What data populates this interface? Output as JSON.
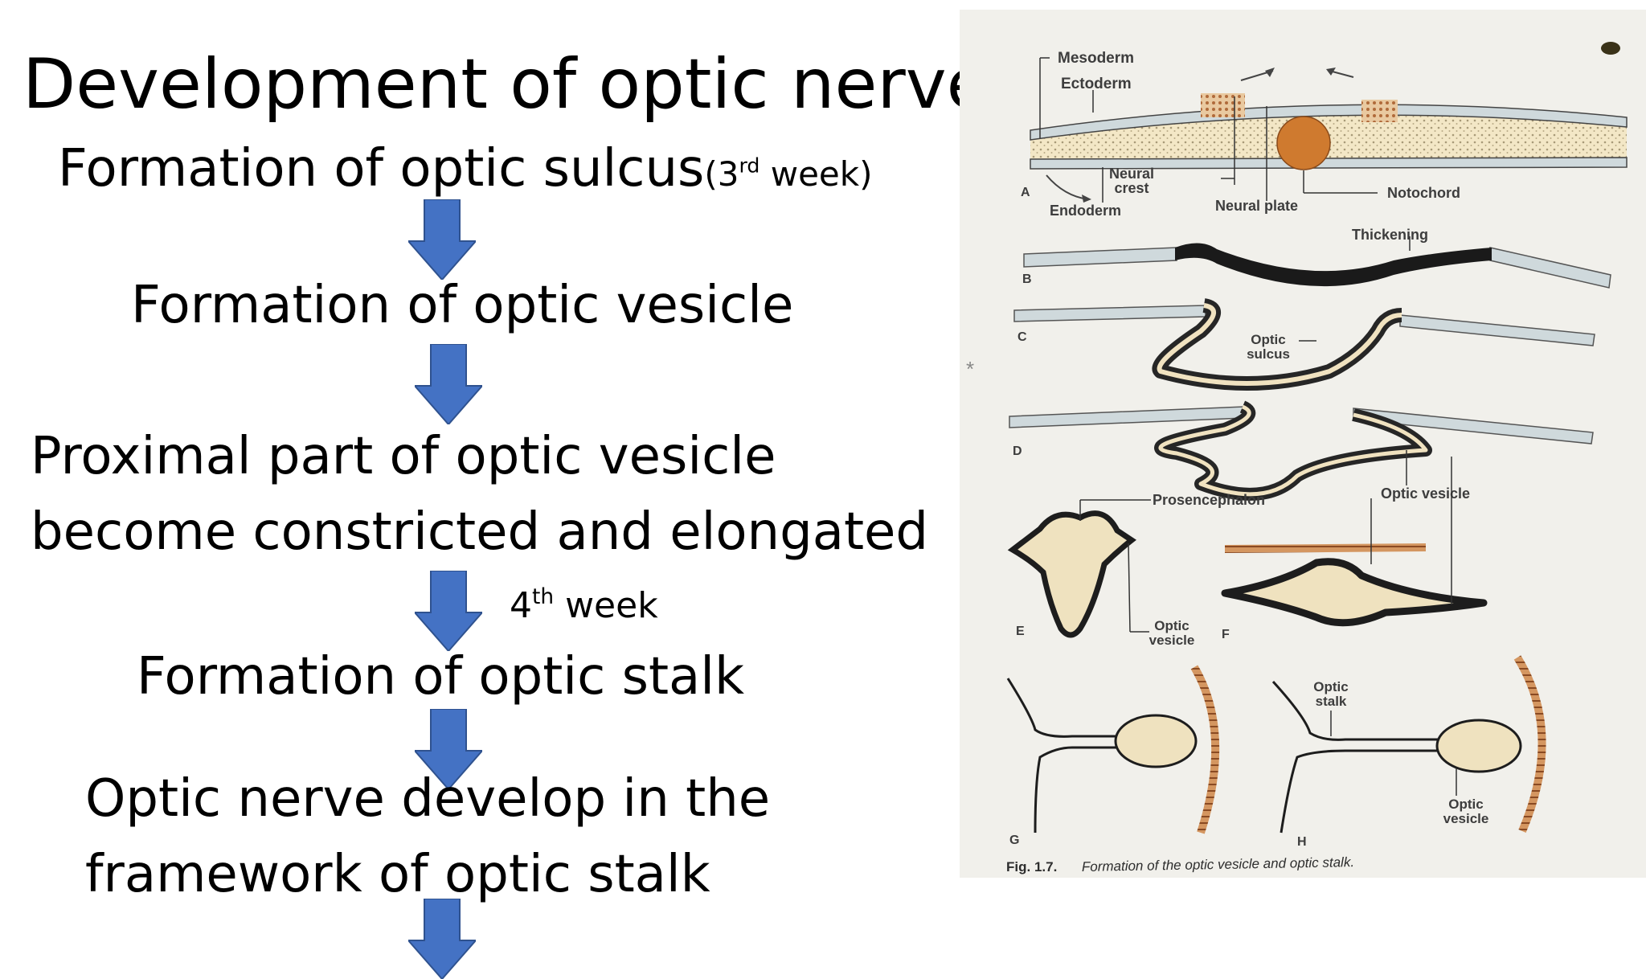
{
  "slide": {
    "title": "Development of optic nerve",
    "step1": {
      "text": "Formation of optic sulcus",
      "paren_open": "(3",
      "sup": "rd",
      "paren_close": " week)"
    },
    "step2": "Formation of optic vesicle",
    "step3": [
      "Proximal part of optic vesicle",
      "become constricted and elongated"
    ],
    "week4": {
      "num": "4",
      "sup": "th",
      "text": " week"
    },
    "step4": "Formation of optic stalk",
    "step5": [
      "Optic nerve develop in the",
      "framework of optic stalk"
    ],
    "arrow_color": "#4472C4"
  },
  "figure": {
    "labels": {
      "mesoderm": "Mesoderm",
      "ectoderm": "Ectoderm",
      "neural_crest": [
        "Neural",
        "crest"
      ],
      "neural_plate": "Neural plate",
      "notochord": "Notochord",
      "endoderm": "Endoderm",
      "thickening": "Thickening",
      "optic_sulcus": [
        "Optic",
        "sulcus"
      ],
      "optic_vesicle_d": "Optic vesicle",
      "prosencephalon": "Prosencephalon",
      "optic_vesicle_e": [
        "Optic",
        "vesicle"
      ],
      "optic_stalk": [
        "Optic",
        "stalk"
      ],
      "optic_vesicle_h": [
        "Optic",
        "vesicle"
      ]
    },
    "panel_letters": [
      "A",
      "B",
      "C",
      "D",
      "E",
      "F",
      "G",
      "H"
    ],
    "caption_fig": "Fig. 1.7.",
    "caption_text": "Formation of the optic vesicle and optic stalk."
  }
}
